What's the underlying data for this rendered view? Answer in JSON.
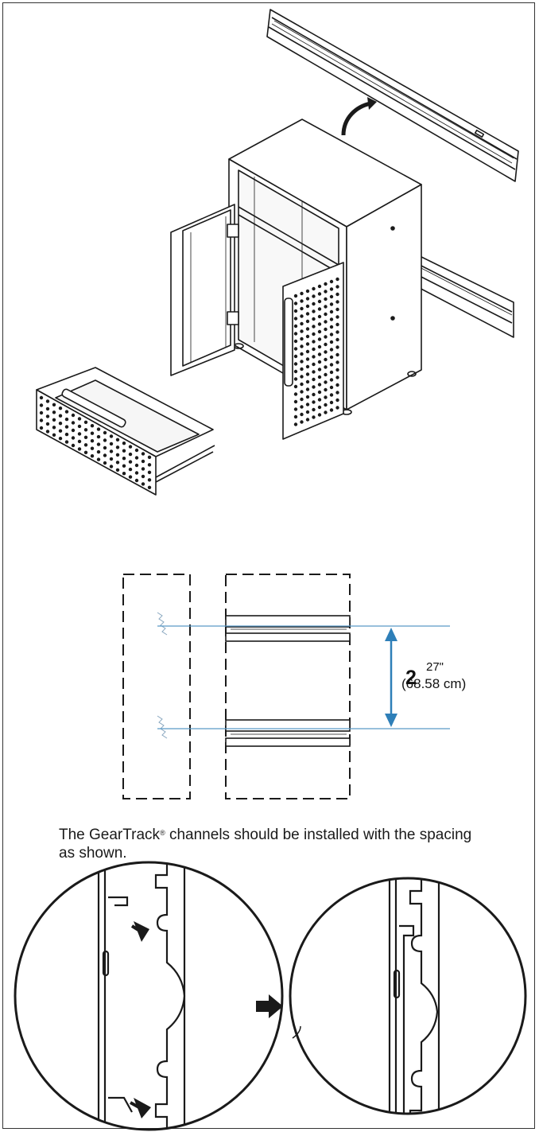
{
  "caption": {
    "text_before": "The GearTrack",
    "registered_mark": "®",
    "text_after": " channels should be installed with the spacing as shown."
  },
  "dimension": {
    "main_value": "2",
    "inches": "27\"",
    "centimeters": "(68.58 cm)"
  },
  "colors": {
    "line": "#1a1a1a",
    "dimension_blue": "#2e7fb8",
    "guide_blue": "#5a9bc8"
  }
}
